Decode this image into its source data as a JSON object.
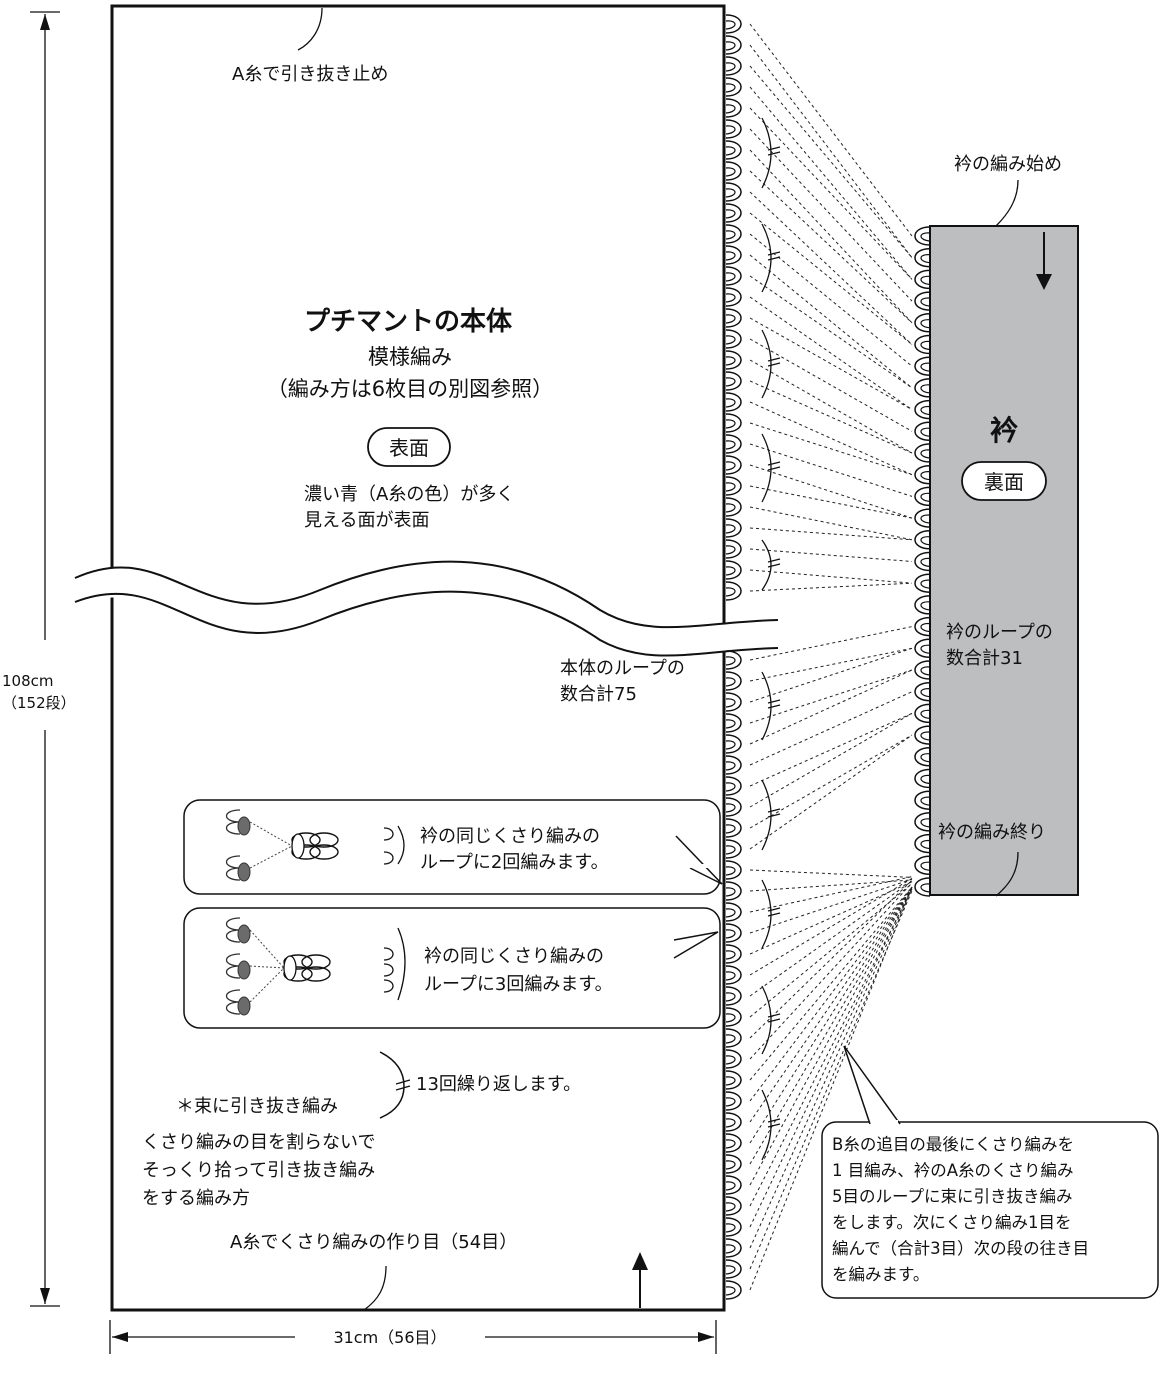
{
  "top_label": "A糸で引き抜き止め",
  "body": {
    "title": "プチマントの本体",
    "pattern": "模様編み",
    "pattern_ref": "（編み方は6枚目の別図参照）",
    "face_badge": "表面",
    "face_note": [
      "濃い青（A糸の色）が多く",
      "見える面が表面"
    ]
  },
  "collar": {
    "start_label": "衿の編み始め",
    "title": "衿",
    "face_badge": "裏面",
    "loops_label": [
      "衿のループの",
      "数合計31"
    ],
    "end_label": "衿の編み終り"
  },
  "body_loops_label": [
    "本体のループの",
    "数合計75"
  ],
  "height_label": [
    "108cm",
    "（152段）"
  ],
  "width_label": "31cm（56目）",
  "callout_two": [
    "衿の同じくさり編みの",
    "ループに2回編みます。"
  ],
  "callout_three": [
    "衿の同じくさり編みの",
    "ループに3回編みます。"
  ],
  "repeat_label": "13回繰り返します。",
  "slip_note_title": "＊束に引き抜き編み",
  "slip_note": [
    "くさり編みの目を割らないで",
    "そっくり拾って引き抜き編み",
    "をする編み方"
  ],
  "bottom_label": "A糸でくさり編みの作り目（54目）",
  "b_yarn_note": [
    "B糸の追目の最後にくさり編みを",
    "1 目編み、衿のA糸のくさり編み",
    "5目のループに束に引き抜き編み",
    "をします。次にくさり編み1目を",
    "編んで（合計3目）次の段の往き目",
    "を編みます。"
  ],
  "colors": {
    "collar_fill": "#bdbec0",
    "loop_fill": "#6b6b6b",
    "line": "#111111"
  }
}
